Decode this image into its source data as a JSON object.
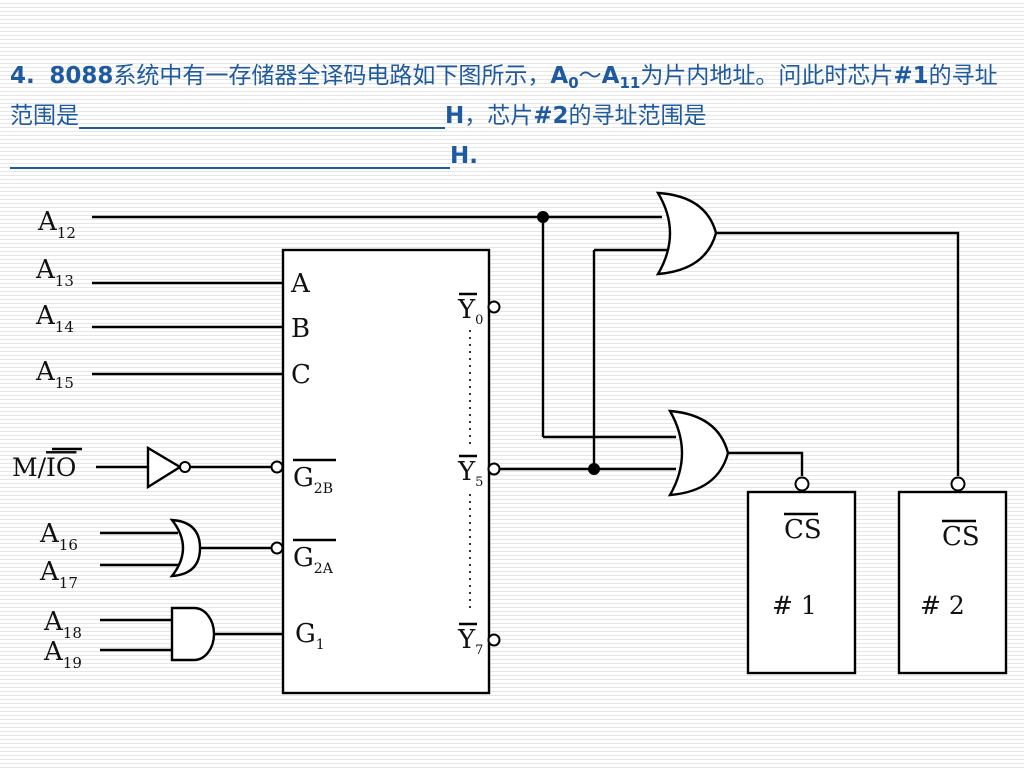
{
  "question": {
    "number": "4.",
    "part1_bold": "8088",
    "part2": "系统中有一存储器全译码电路如下图所示，",
    "a_start": "A",
    "a_start_sub": "0",
    "tilde": "～",
    "a_end": "A",
    "a_end_sub": "11",
    "part3": "为片内地址。问此时芯片",
    "chip1": "#1",
    "part4": "的寻址范围是",
    "h1": "H",
    "part5": "，芯片",
    "chip2": "#2",
    "part6": "的寻址范围是",
    "h2": "H",
    "period": "."
  },
  "diagram": {
    "inputs": [
      {
        "main": "A",
        "sub": "12"
      },
      {
        "main": "A",
        "sub": "13"
      },
      {
        "main": "A",
        "sub": "14"
      },
      {
        "main": "A",
        "sub": "15"
      },
      {
        "main": "M/",
        "over": "IO"
      },
      {
        "main": "A",
        "sub": "16"
      },
      {
        "main": "A",
        "sub": "17"
      },
      {
        "main": "A",
        "sub": "18"
      },
      {
        "main": "A",
        "sub": "19"
      }
    ],
    "decoder_inputs": [
      {
        "main": "A"
      },
      {
        "main": "B"
      },
      {
        "main": "C"
      },
      {
        "main": "G",
        "sub": "2B"
      },
      {
        "main": "G",
        "sub": "2A"
      },
      {
        "main": "G",
        "sub": "1"
      }
    ],
    "decoder_outputs": [
      {
        "main": "Y",
        "sub": "0"
      },
      {
        "main": "Y",
        "sub": "5"
      },
      {
        "main": "Y",
        "sub": "7"
      }
    ],
    "chips": [
      {
        "cs": "CS",
        "name": "# 1"
      },
      {
        "cs": "CS",
        "name": "# 2"
      }
    ]
  }
}
